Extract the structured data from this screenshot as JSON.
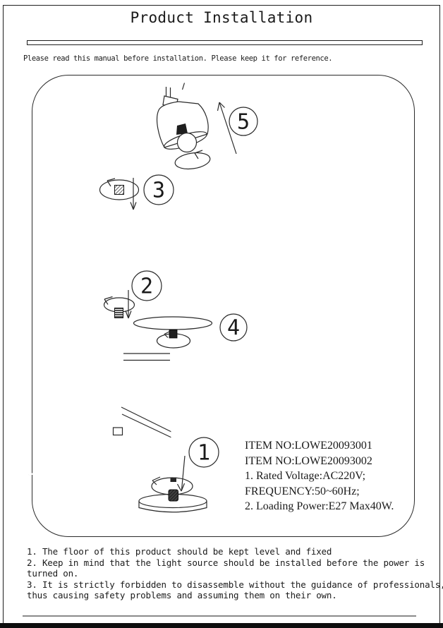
{
  "page": {
    "title": "Product Installation",
    "intro": "Please read this manual before installation. Please keep it for reference."
  },
  "item_info": {
    "lines": [
      "ITEM NO:LOWE20093001",
      "ITEM NO:LOWE20093002",
      "1. Rated Voltage:AC220V;",
      "FREQUENCY:50~60Hz;",
      "2. Loading Power:E27 Max40W."
    ]
  },
  "notes": {
    "lines": [
      "1. The floor of this product should be kept level and fixed",
      "2. Keep in mind that the light source should be installed before the power is",
      "turned on.",
      "3. It is strictly forbidden to disassemble without the guidance of professionals,",
      "thus causing safety problems and assuming them on their own."
    ]
  },
  "diagram": {
    "callouts": [
      {
        "label": "1"
      },
      {
        "label": "2"
      },
      {
        "label": "3"
      },
      {
        "label": "4"
      },
      {
        "label": "5"
      }
    ]
  },
  "colors": {
    "ink": "#1a1a1a",
    "divider_gray": "#8a8a8a"
  }
}
